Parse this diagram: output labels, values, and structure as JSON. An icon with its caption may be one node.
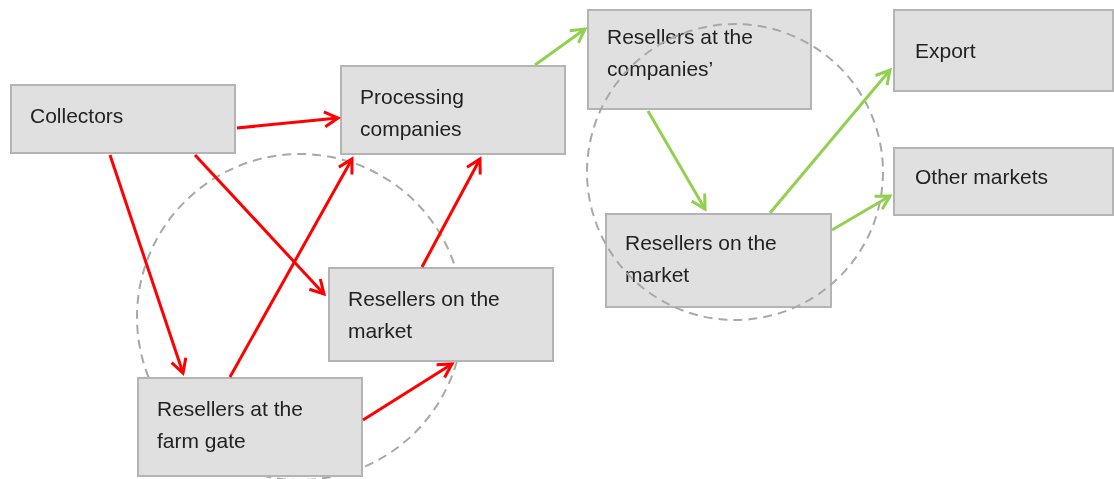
{
  "diagram": {
    "nodes": [
      {
        "text": [
          "Collectors"
        ]
      },
      {
        "text": [
          "Processing companies"
        ]
      },
      {
        "text": [
          "Resellers on the market"
        ]
      },
      {
        "text": [
          "Resellers at the farm gate"
        ]
      },
      {
        "text": [
          "Resellers at the companies’"
        ]
      },
      {
        "text": [
          "Resellers on the market"
        ]
      },
      {
        "text": [
          "Export"
        ]
      },
      {
        "text": [
          "Other markets"
        ]
      }
    ],
    "edges": [
      {
        "from": 0,
        "to": 1,
        "arrow": "to"
      },
      {
        "from": 0,
        "to": 2,
        "arrow": "to"
      },
      {
        "from": 0,
        "to": 3,
        "arrow": "to"
      },
      {
        "from": 3,
        "to": 1,
        "arrow": "to"
      },
      {
        "from": 3,
        "to": 2,
        "arrow": "to"
      },
      {
        "from": 2,
        "to": 1,
        "arrow": "to"
      },
      {
        "from": 1,
        "to": 4,
        "arrow": "to",
        "color": "#92d050"
      },
      {
        "from": 4,
        "to": 5,
        "arrow": "to",
        "color": "#92d050"
      },
      {
        "from": 5,
        "to": 6,
        "arrow": "to",
        "color": "#92d050"
      },
      {
        "from": 5,
        "to": 7,
        "arrow": "to",
        "color": "#92d050"
      }
    ]
  }
}
